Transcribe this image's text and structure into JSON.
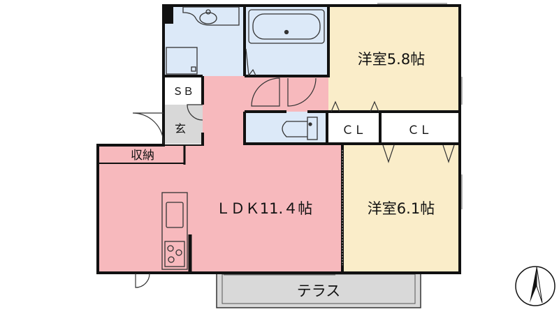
{
  "rooms": {
    "western_room_north": "洋室5.8帖",
    "western_room_south": "洋室6.1帖",
    "ldk": "ＬＤＫ11.４帖",
    "closet_1": "ＣＬ",
    "closet_2": "ＣＬ",
    "shoe_box": "ＳＢ",
    "entrance": "玄",
    "storage": "収納",
    "terrace": "テラス"
  },
  "colors": {
    "wet_area": "#dce9f8",
    "ldk": "#f7b9bd",
    "western_room": "#faedc9",
    "entrance": "#d8d8d8",
    "terrace": "#d9d9d9",
    "wall": "#111111"
  },
  "icons": {
    "compass": "north-arrow-icon"
  }
}
